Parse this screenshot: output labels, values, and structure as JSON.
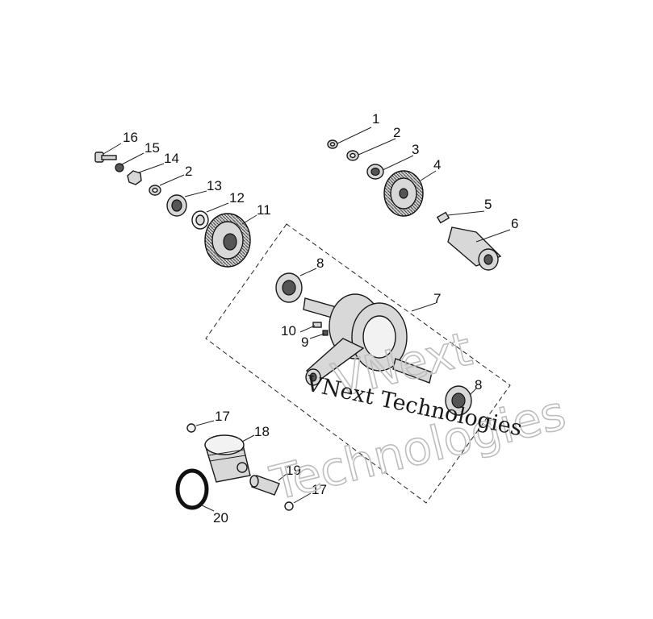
{
  "callouts": {
    "c1": "1",
    "c2": "2",
    "c3": "3",
    "c4": "4",
    "c5": "5",
    "c6": "6",
    "c7": "7",
    "c8a": "8",
    "c8b": "8",
    "c9": "9",
    "c10": "10",
    "c11": "11",
    "c12": "12",
    "c13": "13",
    "c2b": "2",
    "c14": "14",
    "c15": "15",
    "c16": "16",
    "c17a": "17",
    "c17b": "17",
    "c18": "18",
    "c19": "19",
    "c20": "20"
  },
  "watermark": {
    "text": "VNext Technologies",
    "outline_line1": "VNext",
    "outline_line2": "Technologies"
  }
}
